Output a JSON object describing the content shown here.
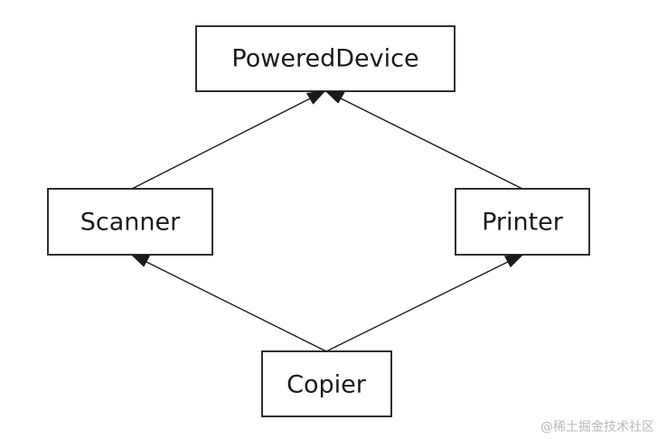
{
  "diagram": {
    "nodes": [
      {
        "id": "powered_device",
        "label": "PoweredDevice"
      },
      {
        "id": "scanner",
        "label": "Scanner"
      },
      {
        "id": "printer",
        "label": "Printer"
      },
      {
        "id": "copier",
        "label": "Copier"
      }
    ],
    "edges": [
      {
        "from": "scanner",
        "to": "powered_device",
        "arrow": "open"
      },
      {
        "from": "printer",
        "to": "powered_device",
        "arrow": "open"
      },
      {
        "from": "copier",
        "to": "scanner",
        "arrow": "open"
      },
      {
        "from": "copier",
        "to": "printer",
        "arrow": "open"
      }
    ]
  },
  "watermark": {
    "text": "@稀土掘金技术社区"
  },
  "colors": {
    "stroke": "#1a1a1a",
    "background": "#ffffff",
    "watermark": "#b7b7b7"
  }
}
